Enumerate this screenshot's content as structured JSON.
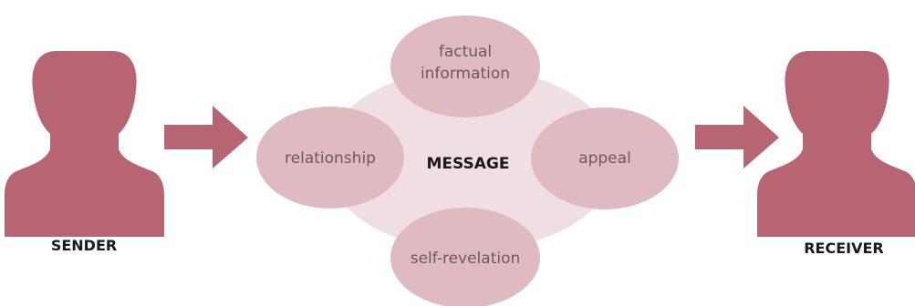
{
  "colors": {
    "person": "#b76573",
    "arrow": "#b76573",
    "bubble": "#dfbbc1",
    "center_blob": "#f0dfe2"
  },
  "sender": {
    "label": "SENDER",
    "icon": "person-silhouette-icon"
  },
  "receiver": {
    "label": "RECEIVER",
    "icon": "person-silhouette-icon"
  },
  "message": {
    "label": "MESSAGE",
    "aspects": {
      "top": [
        "factual",
        "information"
      ],
      "left": "relationship",
      "right": "appeal",
      "bottom": "self-revelation"
    }
  }
}
